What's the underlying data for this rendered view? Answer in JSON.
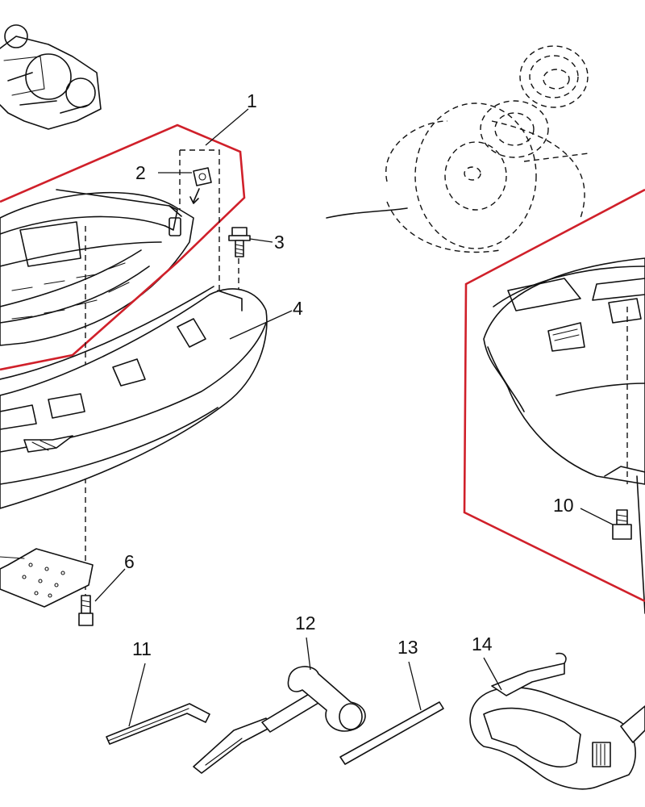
{
  "callouts": [
    {
      "id": "1",
      "text": "1"
    },
    {
      "id": "2",
      "text": "2"
    },
    {
      "id": "3",
      "text": "3"
    },
    {
      "id": "4",
      "text": "4"
    },
    {
      "id": "6",
      "text": "6"
    },
    {
      "id": "10",
      "text": "10"
    },
    {
      "id": "11",
      "text": "11"
    },
    {
      "id": "12",
      "text": "12"
    },
    {
      "id": "13",
      "text": "13"
    },
    {
      "id": "14",
      "text": "14"
    }
  ],
  "colors": {
    "outline": "#d0202a",
    "line": "#111111",
    "background": "#ffffff"
  }
}
